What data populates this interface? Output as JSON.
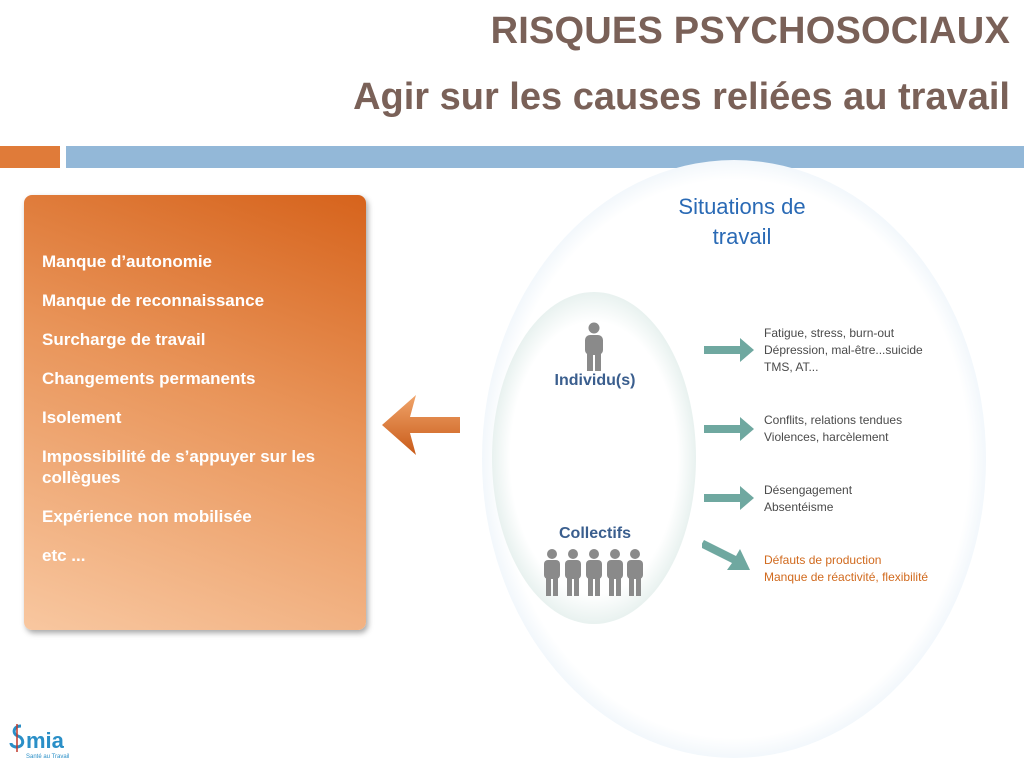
{
  "header": {
    "title": "RISQUES PSYCHOSOCIAUX",
    "subtitle": "Agir sur les causes reliées au travail"
  },
  "causes": [
    "Manque d’autonomie",
    "Manque de reconnaissance",
    "Surcharge de travail",
    "Changements permanents",
    "Isolement",
    "Impossibilité de s’appuyer sur les collègues",
    "Expérience non mobilisée",
    "etc ..."
  ],
  "diagram": {
    "outer_label": "Situations de travail",
    "individual_label": "Individu(s)",
    "collective_label": "Collectifs",
    "effects": [
      {
        "lines": [
          "Fatigue, stress, burn-out",
          "Dépression, mal-être...suicide",
          "TMS, AT..."
        ]
      },
      {
        "lines": [
          "Conflits, relations tendues",
          "Violences, harcèlement"
        ]
      },
      {
        "lines": [
          "Désengagement",
          "Absentéisme"
        ]
      },
      {
        "lines": [
          "Défauts de production",
          "Manque de réactivité, flexibilité"
        ]
      }
    ]
  },
  "logo": {
    "text": "Smia",
    "tagline": "Santé au Travail"
  },
  "colors": {
    "title": "#7a6158",
    "accent_orange": "#e07b39",
    "accent_blue": "#93b8d8",
    "arrow_teal": "#6fa8a0",
    "effect_orange": "#d16a1e"
  }
}
